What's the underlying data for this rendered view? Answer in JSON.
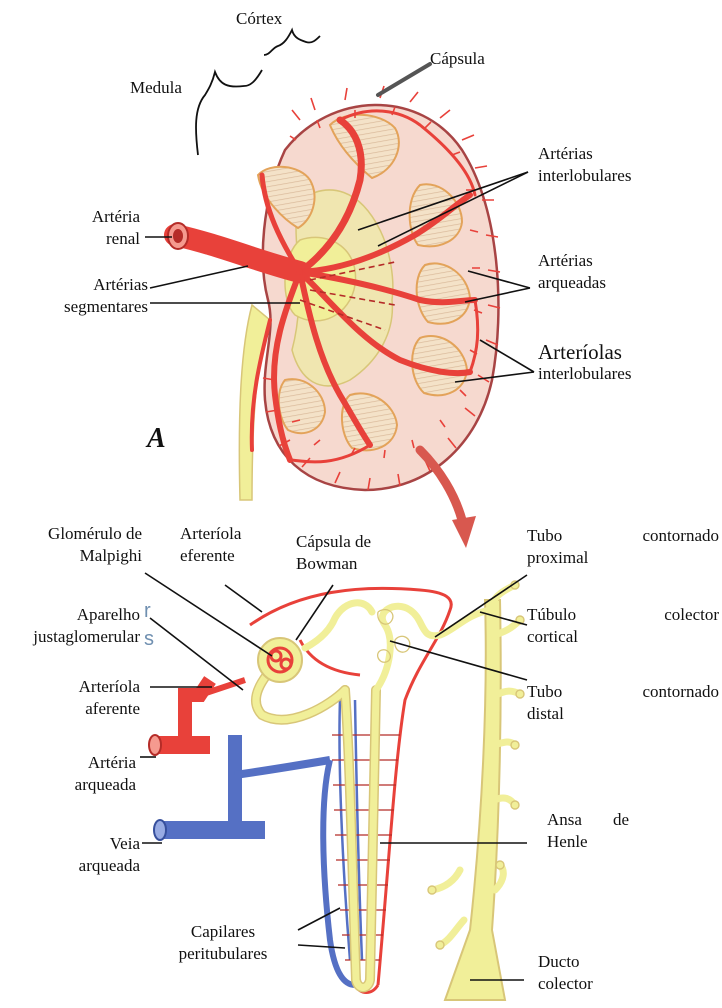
{
  "labels": {
    "cortex": "Córtex",
    "capsula": "Cápsula",
    "medula": "Medula",
    "arteria_renal": [
      "Artéria",
      "renal"
    ],
    "arterias_interlobulares": [
      "Artérias",
      "interlobulares"
    ],
    "arterias_segmentares": [
      "Artérias",
      "segmentares"
    ],
    "arterias_arqueadas": [
      "Artérias",
      "arqueadas"
    ],
    "arteriolas_interlobulares": [
      "Arteríolas",
      "interlobulares"
    ],
    "panel_a": "A",
    "glomerulo": [
      "Glomérulo de",
      "Malpighi"
    ],
    "arteriola_eferente": [
      "Arteríola",
      "eferente"
    ],
    "capsula_bowman": [
      "Cápsula de",
      "Bowman"
    ],
    "tubo_proximal": [
      "Tubo",
      "contornado",
      "proximal"
    ],
    "aparelho_justaglomerular": [
      "Aparelho",
      "justaglomerular"
    ],
    "tubulo_colector": [
      "Túbulo",
      "colector",
      "cortical"
    ],
    "arteriola_aferente": [
      "Arteríola",
      "aferente"
    ],
    "tubo_distal": [
      "Tubo",
      "contornado",
      "distal"
    ],
    "arteria_arqueada": [
      "Artéria",
      "arqueada"
    ],
    "veia_arqueada": [
      "Veia",
      "arqueada"
    ],
    "ansa_henle": [
      "Ansa",
      "de",
      "Henle"
    ],
    "capilares": [
      "Capilares",
      "peritubulares"
    ],
    "ducto_colector": [
      "Ducto",
      "colector"
    ],
    "ghost_r": "r",
    "ghost_s": "s"
  },
  "colors": {
    "artery": "#e8413a",
    "vein": "#5570c4",
    "tubule": "#f1ef99",
    "cortex": "#f6d9cf",
    "medulla_pyramid": "#f2dcc0",
    "pointer": "#d8584f"
  }
}
